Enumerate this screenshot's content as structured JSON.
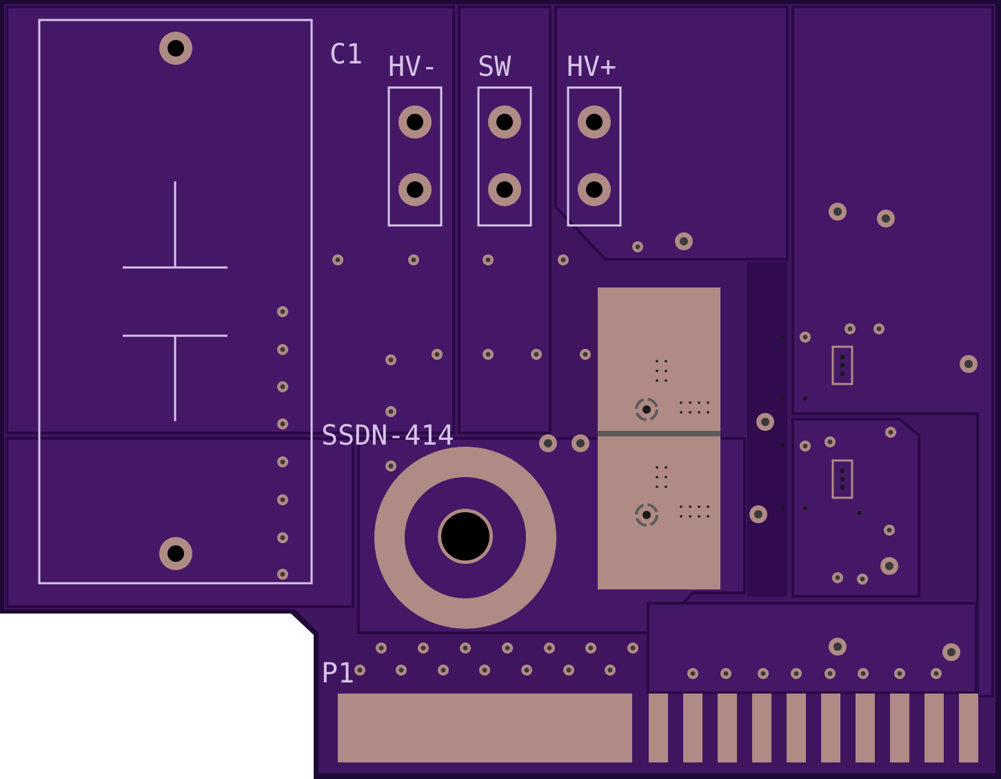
{
  "labels": {
    "c1": "C1",
    "hv_minus": "HV-",
    "sw": "SW",
    "hv_plus": "HV+",
    "part_number": "SSDN-414",
    "p1": "P1"
  },
  "colors": {
    "board_outline": "#1e0a36",
    "substrate": "#3f1560",
    "copper_pour": "#441867",
    "copper_pour_dark": "#300b4e",
    "silkscreen": "#d7c4e8",
    "pad": "#b08a84",
    "hole": "#000000",
    "trace_gap": "#2a0945"
  }
}
